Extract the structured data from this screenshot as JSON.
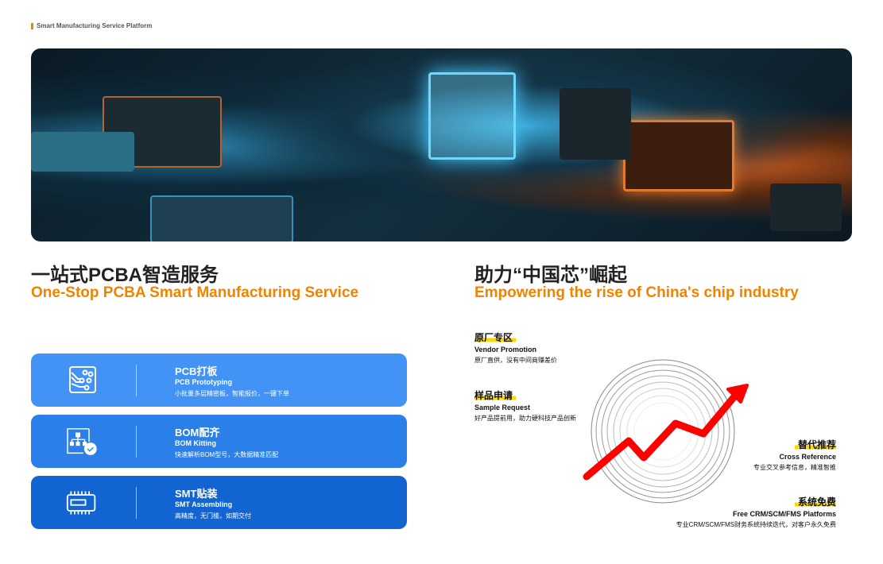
{
  "header": {
    "label": "Smart Manufacturing Service Platform"
  },
  "left": {
    "title_cn": "一站式PCBA智造服务",
    "title_en": "One-Stop PCBA Smart Manufacturing Service"
  },
  "right": {
    "title_cn": "助力“中国芯”崛起",
    "title_en": "Empowering the rise of China's chip industry"
  },
  "services": [
    {
      "title": "PCB打板",
      "subtitle": "PCB Prototyping",
      "desc": "小批量多层精密板，智能报价，一键下单",
      "color": "#4293f5",
      "icon": "circuit-board-icon"
    },
    {
      "title": "BOM配齐",
      "subtitle": "BOM Kitting",
      "desc": "快速解析BOM型号，大数据精准匹配",
      "color": "#2a7fe8",
      "icon": "hierarchy-check-icon"
    },
    {
      "title": "SMT贴装",
      "subtitle": "SMT Assembling",
      "desc": "高精度，无门槛，如期交付",
      "color": "#1265d0",
      "icon": "chip-icon"
    }
  ],
  "features": [
    {
      "title": "原厂专区",
      "subtitle": "Vendor Promotion",
      "desc": "原厂直供，没有中间商赚差价"
    },
    {
      "title": "样品申请",
      "subtitle": "Sample Request",
      "desc": "好产品提前用，助力硬科技产品创新"
    },
    {
      "title": "替代推荐",
      "subtitle": "Cross Reference",
      "desc": "专业交叉参考信息，精准智推"
    },
    {
      "title": "系统免费",
      "subtitle": "Free CRM/SCM/FMS Platforms",
      "desc": "专业CRM/SCM/FMS财务系统持续迭代，对客户永久免费"
    }
  ],
  "colors": {
    "accent": "#f08300",
    "arrow": "#ff0000",
    "highlight": "#ffd800"
  }
}
